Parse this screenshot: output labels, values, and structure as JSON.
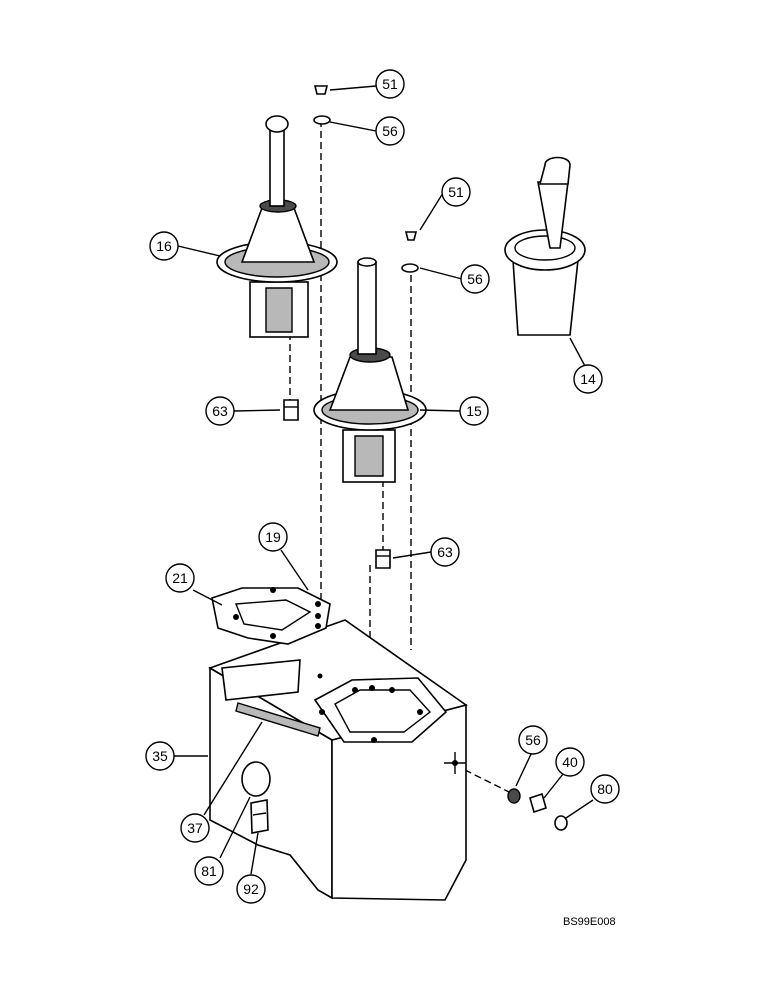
{
  "callouts": {
    "c51a": "51",
    "c56a": "56",
    "c51b": "51",
    "c56b": "56",
    "c16": "16",
    "c14": "14",
    "c63a": "63",
    "c15": "15",
    "c19": "19",
    "c63b": "63",
    "c21": "21",
    "c35": "35",
    "c56c": "56",
    "c40": "40",
    "c80": "80",
    "c37": "37",
    "c81": "81",
    "c92": "92"
  },
  "reference_code": "BS99E008"
}
